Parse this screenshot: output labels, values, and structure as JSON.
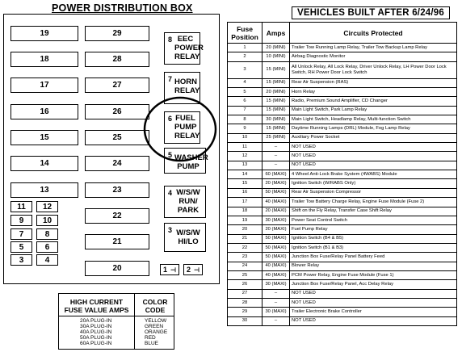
{
  "pdb": {
    "title": "POWER DISTRIBUTION BOX",
    "fuses_left": [
      "19",
      "18",
      "17",
      "16",
      "15",
      "14",
      "13"
    ],
    "fuses_mid": [
      "29",
      "28",
      "27",
      "26",
      "25",
      "24",
      "23",
      "22",
      "21",
      "20"
    ],
    "small_fuses": [
      "11",
      "12",
      "9",
      "10",
      "7",
      "8",
      "5",
      "6",
      "3",
      "4"
    ],
    "relays": [
      {
        "num": "8",
        "name": "EEC POWER RELAY"
      },
      {
        "num": "7",
        "name": "HORN RELAY"
      },
      {
        "num": "6",
        "name": "FUEL PUMP RELAY"
      },
      {
        "num": "5",
        "name": "WASHER PUMP"
      },
      {
        "num": "4",
        "name": "W/S/W RUN/ PARK"
      },
      {
        "num": "3",
        "name": "W/S/W HI/LO"
      }
    ],
    "diodes": [
      "1",
      "2"
    ]
  },
  "legend": {
    "col1": "HIGH CURRENT FUSE VALUE AMPS",
    "col2": "COLOR CODE",
    "rows": [
      {
        "amps": "20A PLUG-IN",
        "color": "YELLOW"
      },
      {
        "amps": "30A PLUG-IN",
        "color": "GREEN"
      },
      {
        "amps": "40A PLUG-IN",
        "color": "ORANGE"
      },
      {
        "amps": "50A PLUG-IN",
        "color": "RED"
      },
      {
        "amps": "60A PLUG-IN",
        "color": "BLUE"
      }
    ]
  },
  "table": {
    "title": "VEHICLES BUILT AFTER 6/24/96",
    "headers": [
      "Fuse Position",
      "Amps",
      "Circuits Protected"
    ],
    "rows": [
      [
        "1",
        "20 (MINI)",
        "Trailer Tow Running Lamp Relay, Trailer Tow Backup Lamp Relay"
      ],
      [
        "2",
        "10 (MINI)",
        "Airbag Diagnostic Monitor"
      ],
      [
        "3",
        "15 (MINI)",
        "All Unlock Relay, All Lock Relay, Driver Unlock Relay, LH Power Door Lock Switch, RH Power Door Lock Switch"
      ],
      [
        "4",
        "15 (MINI)",
        "Rear Air Suspension (RAS)"
      ],
      [
        "5",
        "20 (MINI)",
        "Horn Relay"
      ],
      [
        "6",
        "15 (MINI)",
        "Radio, Premium Sound Amplifier, CD Changer"
      ],
      [
        "7",
        "15 (MINI)",
        "Main Light Switch, Park Lamp Relay"
      ],
      [
        "8",
        "30 (MINI)",
        "Main Light Switch, Headlamp Relay, Multi-function Switch"
      ],
      [
        "9",
        "15 (MINI)",
        "Daytime Running Lamps (DRL) Module, Fog Lamp Relay"
      ],
      [
        "10",
        "25 (MINI)",
        "Auxiliary Power Socket"
      ],
      [
        "11",
        "–",
        "NOT USED"
      ],
      [
        "12",
        "–",
        "NOT USED"
      ],
      [
        "13",
        "–",
        "NOT USED"
      ],
      [
        "14",
        "60 (MAXI)",
        "4 Wheel Anti-Lock Brake System (4WABS) Module"
      ],
      [
        "15",
        "20 (MAXI)",
        "Ignition Switch (W/RABS Only)"
      ],
      [
        "16",
        "50 (MAXI)",
        "Rear Air Suspension Compressor"
      ],
      [
        "17",
        "40 (MAXI)",
        "Trailer Tow Battery Charge Relay, Engine Fuse Module (Fuse 2)"
      ],
      [
        "18",
        "20 (MAXI)",
        "Shift on the Fly Relay, Transfer Case Shift Relay"
      ],
      [
        "19",
        "30 (MAXI)",
        "Power Seat Control Switch"
      ],
      [
        "20",
        "20 (MAXI)",
        "Fuel Pump Relay"
      ],
      [
        "21",
        "50 (MAXI)",
        "Ignition Switch (B4 & B5)"
      ],
      [
        "22",
        "50 (MAXI)",
        "Ignition Switch (B1 & B3)"
      ],
      [
        "23",
        "50 (MAXI)",
        "Junction Box Fuse/Relay Panel Battery Feed"
      ],
      [
        "24",
        "40 (MAXI)",
        "Blower Relay"
      ],
      [
        "25",
        "40 (MAXI)",
        "PCM Power Relay, Engine Fuse Module (Fuse 1)"
      ],
      [
        "26",
        "30 (MAXI)",
        "Junction Box Fuse/Relay Panel, Acc Delay Relay"
      ],
      [
        "27",
        "–",
        "NOT USED"
      ],
      [
        "28",
        "–",
        "NOT USED"
      ],
      [
        "29",
        "30 (MAXI)",
        "Trailer Electronic Brake Controller"
      ],
      [
        "30",
        "–",
        "NOT USED"
      ]
    ]
  }
}
